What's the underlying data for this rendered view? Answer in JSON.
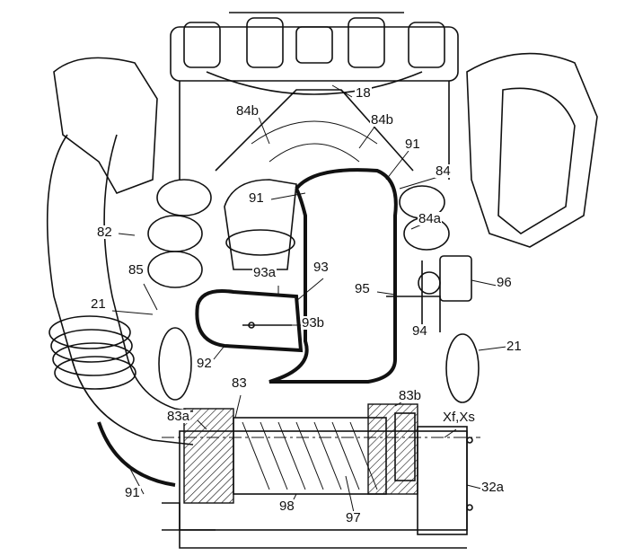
{
  "figure": {
    "labels": [
      {
        "id": "l18",
        "text": "18"
      },
      {
        "id": "l84b1",
        "text": "84b"
      },
      {
        "id": "l84b2",
        "text": "84b"
      },
      {
        "id": "l91a",
        "text": "91"
      },
      {
        "id": "l84",
        "text": "84"
      },
      {
        "id": "l91b",
        "text": "91"
      },
      {
        "id": "l84a",
        "text": "84a"
      },
      {
        "id": "l82",
        "text": "82"
      },
      {
        "id": "l93a",
        "text": "93a"
      },
      {
        "id": "l93",
        "text": "93"
      },
      {
        "id": "l85",
        "text": "85"
      },
      {
        "id": "l95",
        "text": "95"
      },
      {
        "id": "l96",
        "text": "96"
      },
      {
        "id": "l21a",
        "text": "21"
      },
      {
        "id": "l93b",
        "text": "93b"
      },
      {
        "id": "l94",
        "text": "94"
      },
      {
        "id": "l92",
        "text": "92"
      },
      {
        "id": "l21b",
        "text": "21"
      },
      {
        "id": "l83",
        "text": "83"
      },
      {
        "id": "l83b",
        "text": "83b"
      },
      {
        "id": "l83a",
        "text": "83a"
      },
      {
        "id": "lxf",
        "text": "Xf,Xs"
      },
      {
        "id": "l32a",
        "text": "32a"
      },
      {
        "id": "l91c",
        "text": "91"
      },
      {
        "id": "l98",
        "text": "98"
      },
      {
        "id": "l97",
        "text": "97"
      }
    ]
  }
}
